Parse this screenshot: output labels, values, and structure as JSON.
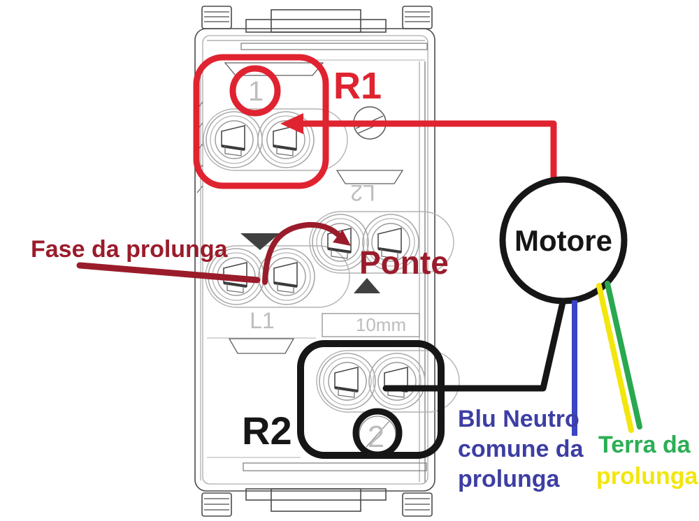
{
  "diagram_title": "Wiring diagram of a rocker-switch module connected to a motor",
  "colors": {
    "red": "#e02330",
    "dark_red": "#9a1c2b",
    "black": "#161616",
    "blue_wire": "#3a45c4",
    "blue_text": "#3d3ea3",
    "green_wire": "#2aa84f",
    "green_text": "#2bae55",
    "yellow": "#f2e60d",
    "gray_label": "#bdbdbd"
  },
  "module": {
    "labels": {
      "l1": "L1",
      "l2": "L2",
      "gauge": "10mm",
      "terminal_mark_1": "1",
      "terminal_mark_2": "2"
    }
  },
  "annotations": {
    "r1": "R1",
    "r2": "R2",
    "ponte": "Ponte",
    "fase": "Fase da prolunga",
    "motore": "Motore",
    "neutro_line1": "Blu Neutro",
    "neutro_line2": "comune da",
    "neutro_line3": "prolunga",
    "terra_line1": "Terra da",
    "terra_line2": "prolunga"
  }
}
